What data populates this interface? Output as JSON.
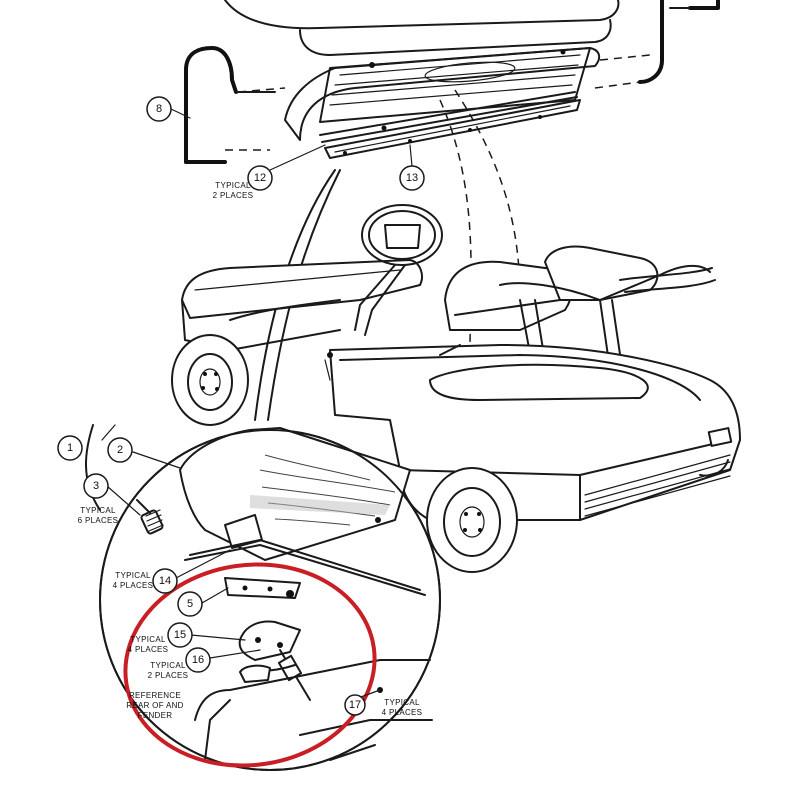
{
  "diagram": {
    "callouts": [
      {
        "id": "c1",
        "number": "1"
      },
      {
        "id": "c2",
        "number": "2"
      },
      {
        "id": "c3",
        "number": "3"
      },
      {
        "id": "c5",
        "number": "5"
      },
      {
        "id": "c8",
        "number": "8"
      },
      {
        "id": "c12",
        "number": "12"
      },
      {
        "id": "c13",
        "number": "13"
      },
      {
        "id": "c14",
        "number": "14"
      },
      {
        "id": "c15",
        "number": "15"
      },
      {
        "id": "c16",
        "number": "16"
      },
      {
        "id": "c17",
        "number": "17"
      }
    ],
    "notes": {
      "typical_2_places_top_l1": "TYPICAL",
      "typical_2_places_top_l2": "2 PLACES",
      "typical_6_places_l1": "TYPICAL",
      "typical_6_places_l2": "6 PLACES",
      "typical_4_places_a_l1": "TYPICAL",
      "typical_4_places_a_l2": "4 PLACES",
      "typical_4_places_b_l1": "TYPICAL",
      "typical_4_places_b_l2": "4 PLACES",
      "typical_2_places_c_l1": "TYPICAL",
      "typical_2_places_c_l2": "2 PLACES",
      "typical_4_places_d_l1": "TYPICAL",
      "typical_4_places_d_l2": "4 PLACES",
      "reference_l1": "REFERENCE",
      "reference_l2": "REAR OF AND",
      "reference_l3": "FENDER"
    },
    "highlight_color": "#c81e24"
  }
}
